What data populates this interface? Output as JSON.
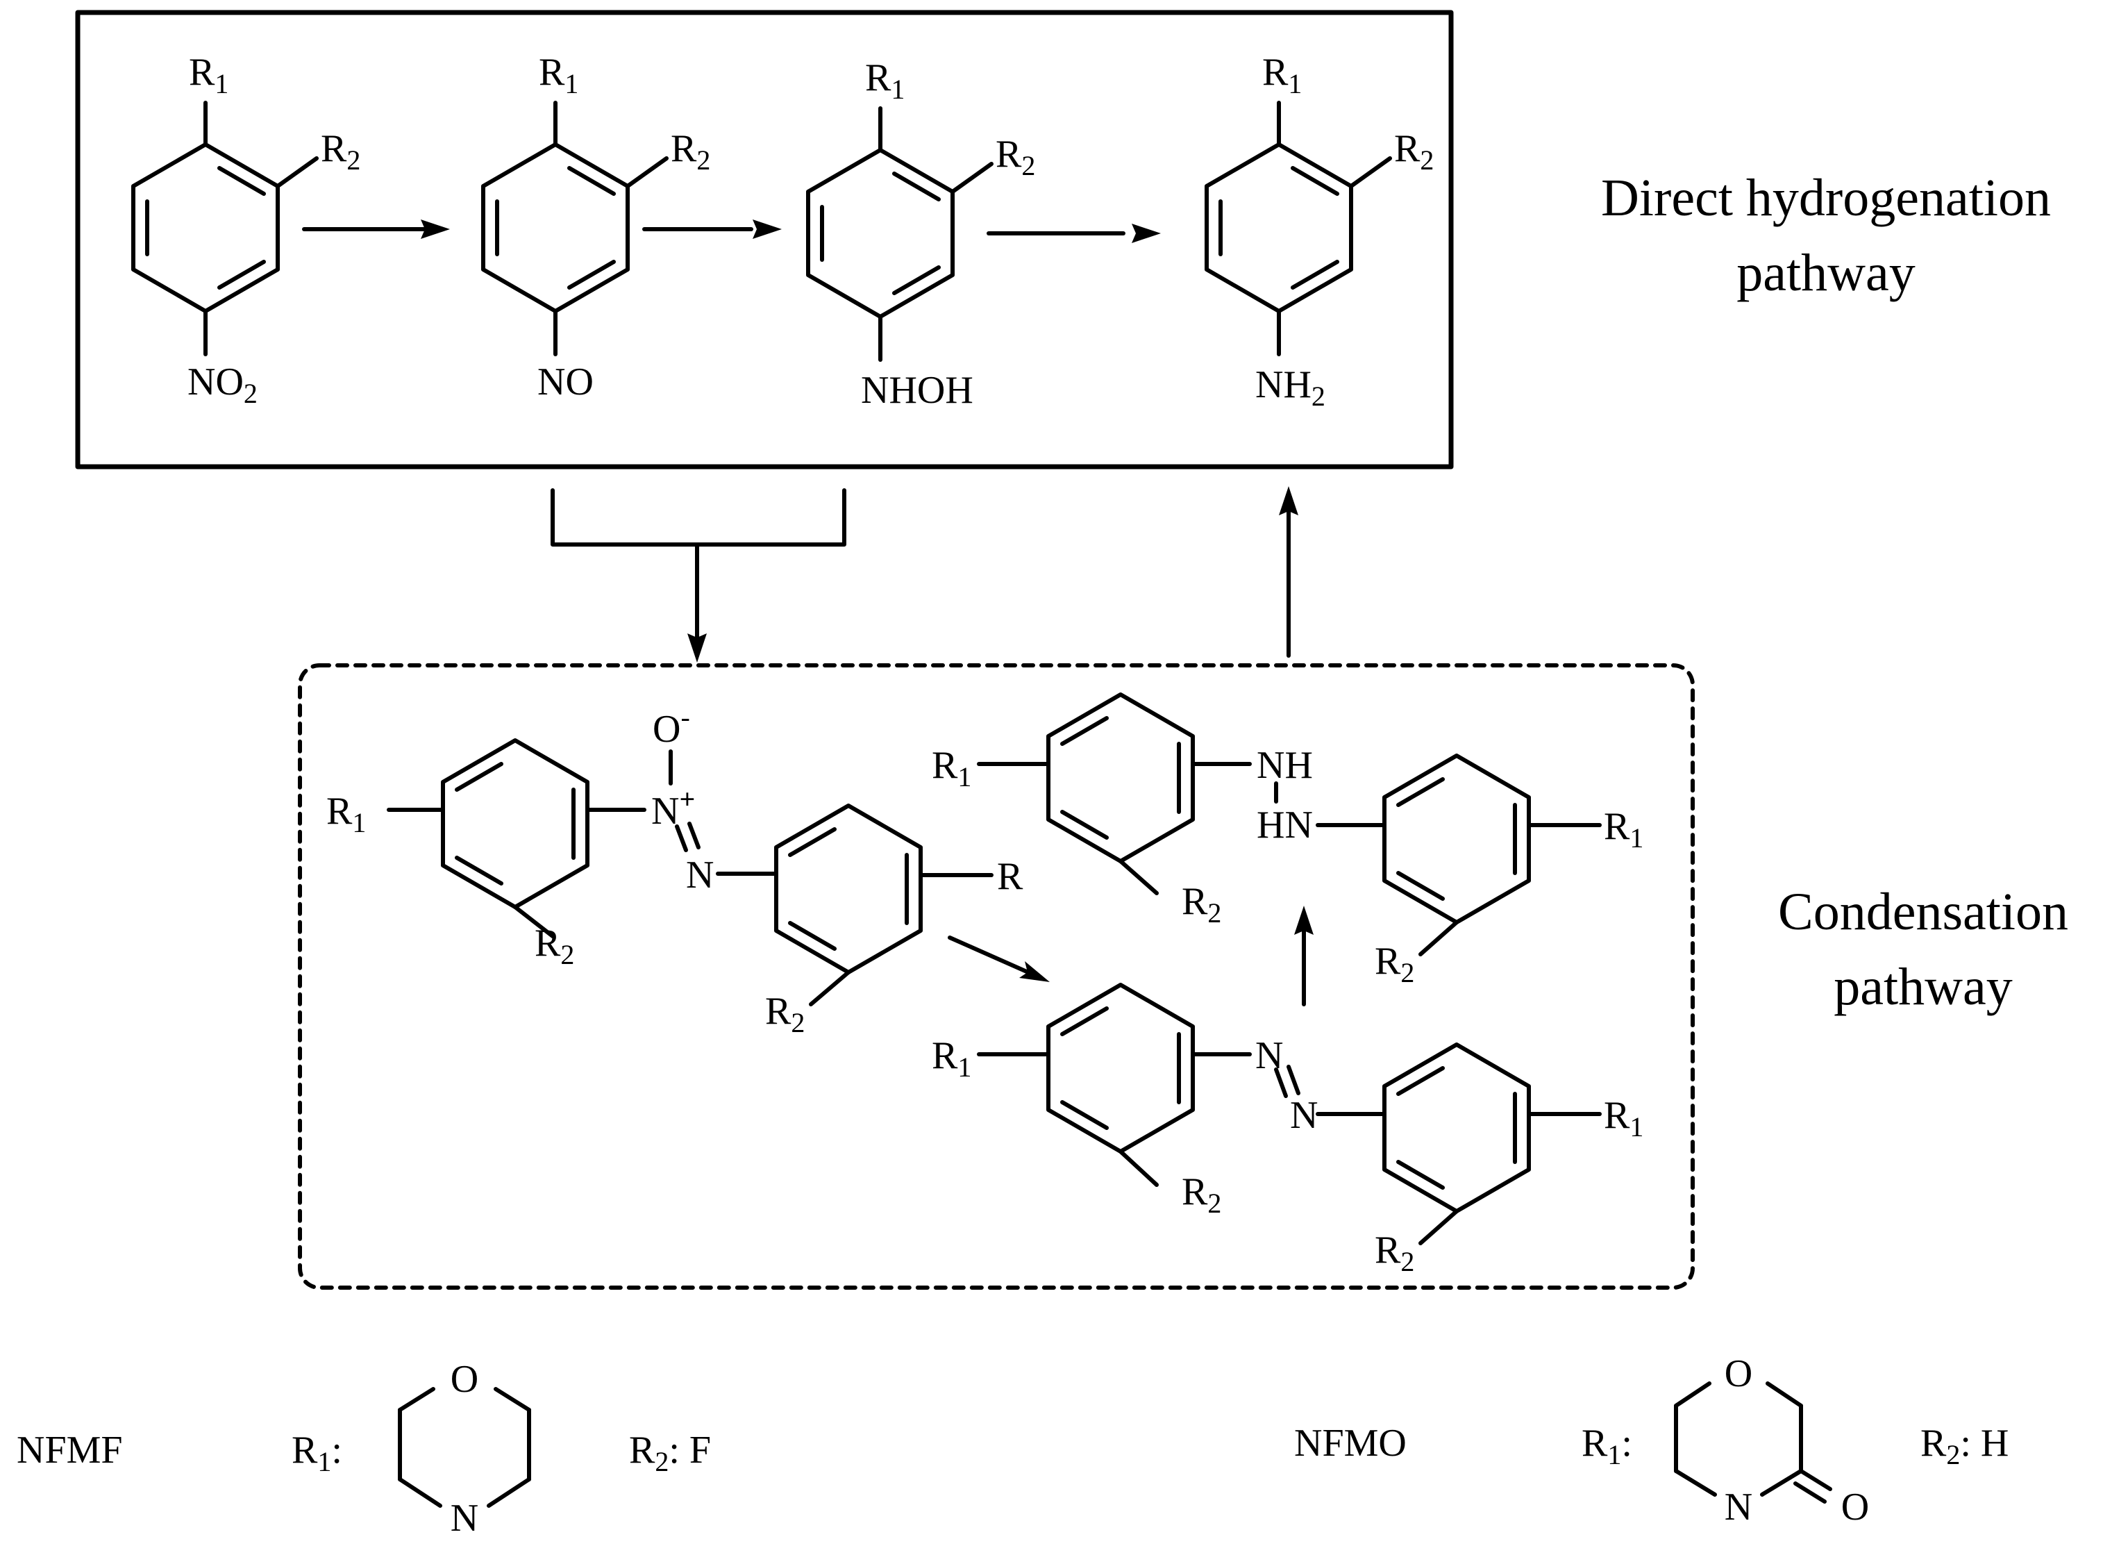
{
  "direct_pathway": {
    "title_line1": "Direct hydrogenation",
    "title_line2": "pathway",
    "compounds": [
      {
        "r1": "R",
        "r1_sub": "1",
        "r2": "R",
        "r2_sub": "2",
        "group": "NO",
        "group_sub": "2",
        "group_tail": ""
      },
      {
        "r1": "R",
        "r1_sub": "1",
        "r2": "R",
        "r2_sub": "2",
        "group": "NO",
        "group_sub": "",
        "group_tail": ""
      },
      {
        "r1": "R",
        "r1_sub": "1",
        "r2": "R",
        "r2_sub": "2",
        "group": "NHOH",
        "group_sub": "",
        "group_tail": ""
      },
      {
        "r1": "R",
        "r1_sub": "1",
        "r2": "R",
        "r2_sub": "2",
        "group": "NH",
        "group_sub": "2",
        "group_tail": ""
      }
    ]
  },
  "condensation_pathway": {
    "title_line1": "Condensation",
    "title_line2": "pathway",
    "azoxy": {
      "o_label": "O",
      "o_charge": "-",
      "n_plus_label": "N",
      "n_plus_charge": "+",
      "n_label": "N",
      "left_r1": "R",
      "left_r1_sub": "1",
      "left_r2": "R",
      "left_r2_sub": "2",
      "right_r": "R",
      "right_r2": "R",
      "right_r2_sub": "2"
    },
    "azo": {
      "n1_label": "N",
      "n2_label": "N",
      "left_r1": "R",
      "left_r1_sub": "1",
      "left_r2": "R",
      "left_r2_sub": "2",
      "right_r1": "R",
      "right_r1_sub": "1",
      "right_r2": "R",
      "right_r2_sub": "2"
    },
    "hydrazo": {
      "nh_top": "NH",
      "hn_bottom": "HN",
      "left_r1": "R",
      "left_r1_sub": "1",
      "left_r2": "R",
      "left_r2_sub": "2",
      "right_r1": "R",
      "right_r1_sub": "1",
      "right_r2": "R",
      "right_r2_sub": "2"
    }
  },
  "legend": {
    "nfmf": {
      "name": "NFMF",
      "r1_label": "R",
      "r1_sub": "1",
      "r1_colon": ":",
      "ring_o": "O",
      "ring_n": "N",
      "r2_label": "R",
      "r2_sub": "2",
      "r2_value": ":  F"
    },
    "nfmo": {
      "name": "NFMO",
      "r1_label": "R",
      "r1_sub": "1",
      "r1_colon": ":",
      "ring_o": "O",
      "ring_n": "N",
      "carbonyl_o": "O",
      "r2_label": "R",
      "r2_sub": "2",
      "r2_value": ":  H"
    }
  }
}
